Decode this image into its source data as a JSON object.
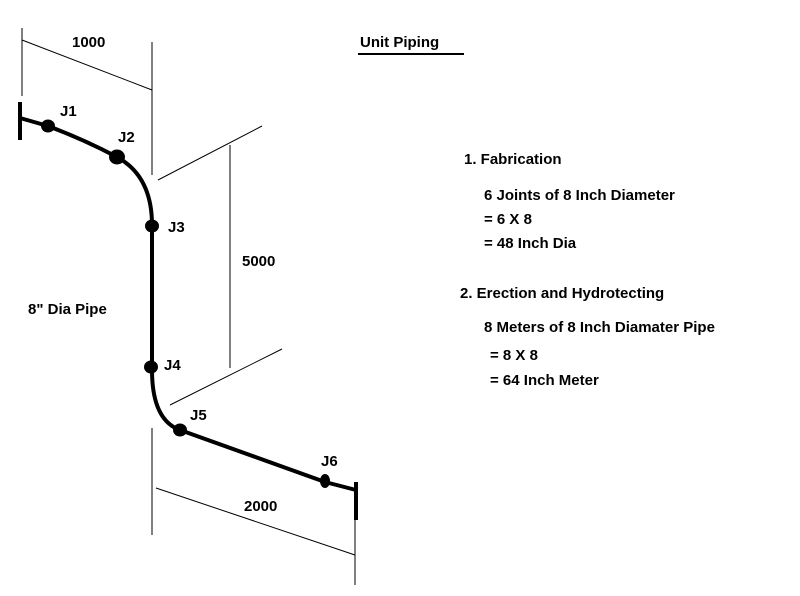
{
  "title": "Unit Piping",
  "pipe_label": "8\" Dia Pipe",
  "joints": [
    "J1",
    "J2",
    "J3",
    "J4",
    "J5",
    "J6"
  ],
  "dimensions": {
    "top": "1000",
    "vertical": "5000",
    "bottom": "2000"
  },
  "fabrication": {
    "heading": "1. Fabrication",
    "line1": "6 Joints of 8 Inch Diameter",
    "line2": "= 6 X 8",
    "line3": "= 48 Inch Dia"
  },
  "erection": {
    "heading": "2. Erection and Hydrotecting",
    "line1": "8 Meters of 8 Inch Diamater Pipe",
    "line2": "= 8 X 8",
    "line3": "= 64 Inch Meter"
  }
}
